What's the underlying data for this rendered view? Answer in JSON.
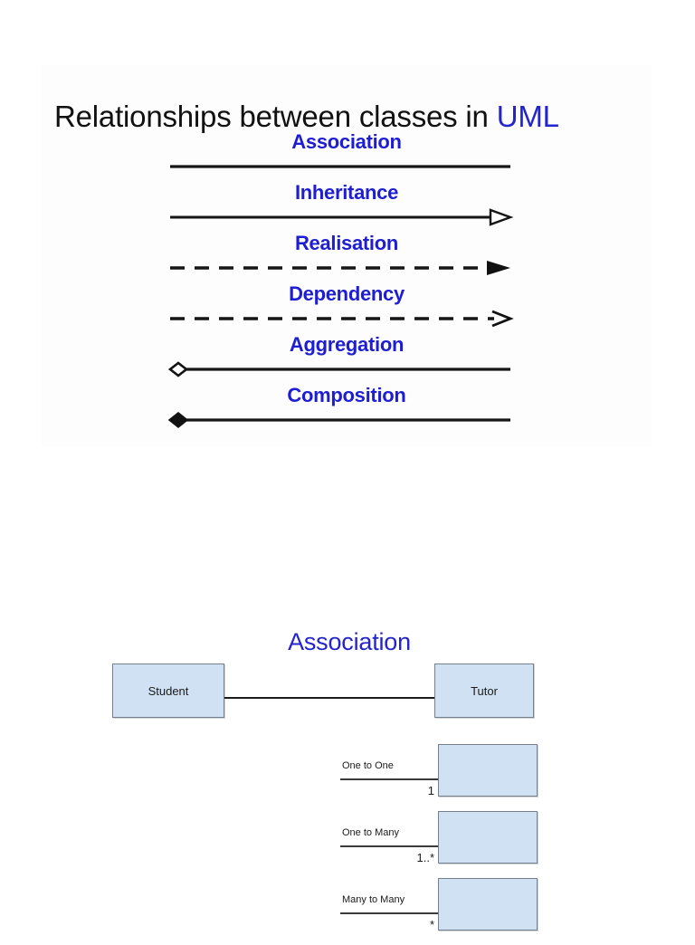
{
  "slide_one": {
    "title_plain": "Relationships between classes in ",
    "title_accent": "UML",
    "accent_color": "#2424cc",
    "label_color": "#1d1dd4",
    "relationships": [
      {
        "label": "Association",
        "line": "solid",
        "source_marker": "none",
        "target_marker": "none"
      },
      {
        "label": "Inheritance",
        "line": "solid",
        "source_marker": "none",
        "target_marker": "hollow-triangle"
      },
      {
        "label": "Realisation",
        "line": "dashed",
        "source_marker": "none",
        "target_marker": "filled-triangle"
      },
      {
        "label": "Dependency",
        "line": "dashed",
        "source_marker": "none",
        "target_marker": "open-arrow"
      },
      {
        "label": "Aggregation",
        "line": "solid",
        "source_marker": "hollow-diamond",
        "target_marker": "none"
      },
      {
        "label": "Composition",
        "line": "solid",
        "source_marker": "filled-diamond",
        "target_marker": "none"
      }
    ]
  },
  "slide_two": {
    "title": "Association",
    "title_color": "#2424cc",
    "box_fill": "#cfe1f3",
    "box_border": "#76808c",
    "classes": [
      {
        "name": "Student"
      },
      {
        "name": "Tutor"
      }
    ],
    "multiplicities": [
      {
        "name": "One to One",
        "value": "1"
      },
      {
        "name": "One to Many",
        "value": "1..*"
      },
      {
        "name": "Many to Many",
        "value": "*"
      }
    ]
  }
}
